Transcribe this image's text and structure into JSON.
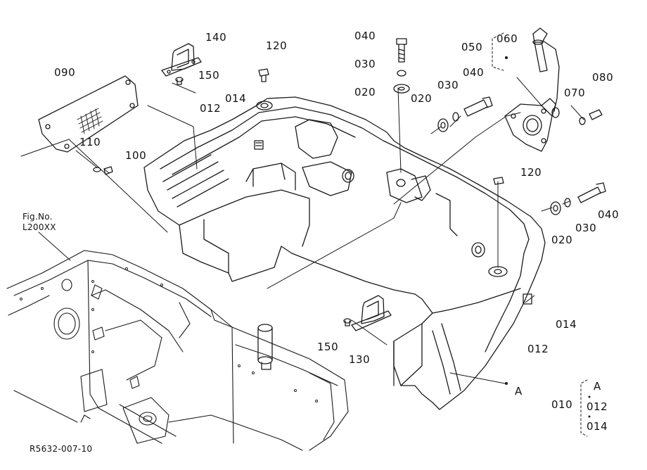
{
  "figure": {
    "part_labels": [
      {
        "id": "p140",
        "text": "140"
      },
      {
        "id": "p150a",
        "text": "150"
      },
      {
        "id": "p120a",
        "text": "120"
      },
      {
        "id": "p090",
        "text": "090"
      },
      {
        "id": "p014a",
        "text": "014"
      },
      {
        "id": "p012a",
        "text": "012"
      },
      {
        "id": "p110",
        "text": "110"
      },
      {
        "id": "p100",
        "text": "100"
      },
      {
        "id": "p040a",
        "text": "040"
      },
      {
        "id": "p030a",
        "text": "030"
      },
      {
        "id": "p020a",
        "text": "020"
      },
      {
        "id": "p020b",
        "text": "020"
      },
      {
        "id": "p030b",
        "text": "030"
      },
      {
        "id": "p040b",
        "text": "040"
      },
      {
        "id": "p050",
        "text": "050"
      },
      {
        "id": "p060",
        "text": "060"
      },
      {
        "id": "p070",
        "text": "070"
      },
      {
        "id": "p080",
        "text": "080"
      },
      {
        "id": "p120b",
        "text": "120"
      },
      {
        "id": "p040c",
        "text": "040"
      },
      {
        "id": "p020c",
        "text": "020"
      },
      {
        "id": "p030c",
        "text": "030"
      },
      {
        "id": "p014b",
        "text": "014"
      },
      {
        "id": "p012b",
        "text": "012"
      },
      {
        "id": "p150b",
        "text": "150"
      },
      {
        "id": "p130",
        "text": "130"
      },
      {
        "id": "pA",
        "text": "A"
      }
    ],
    "fig_ref_line1": "Fig.No.",
    "fig_ref_line2": "L200XX",
    "drawing_code": "R5632-007-10",
    "assembly": {
      "number": "010",
      "items": [
        "A",
        "012",
        "014"
      ]
    }
  }
}
